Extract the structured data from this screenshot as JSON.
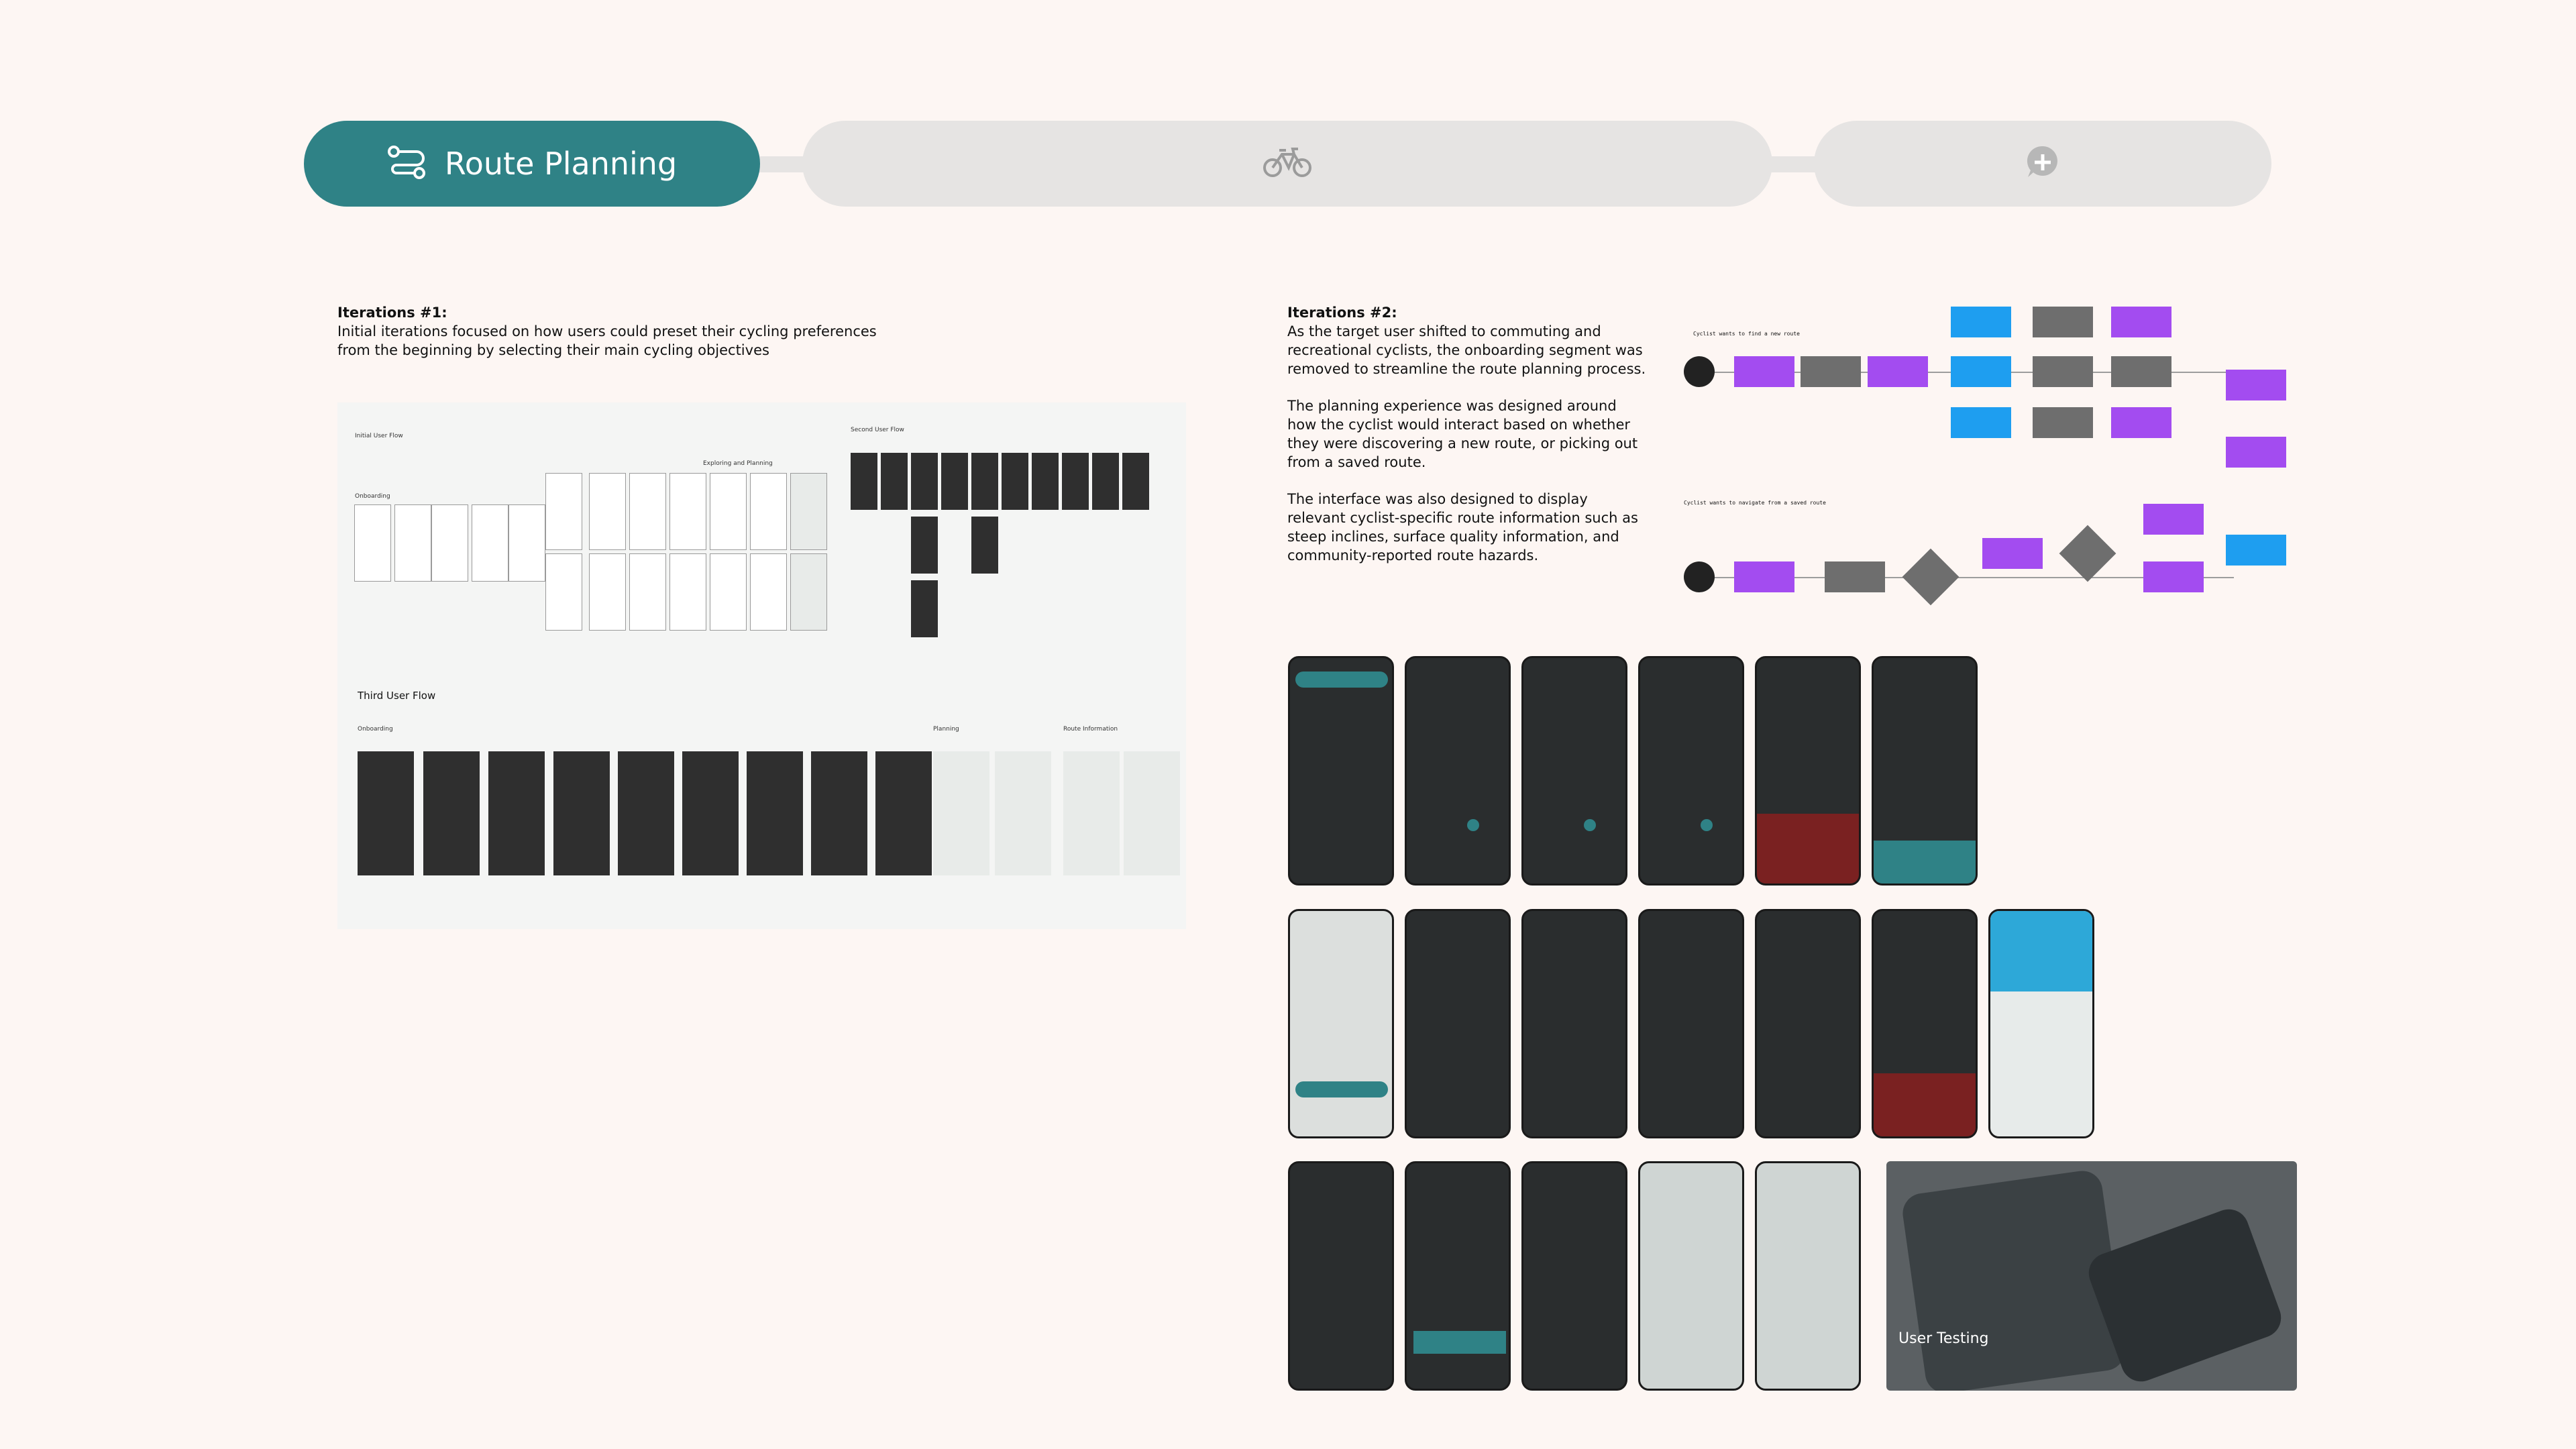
{
  "tabs": {
    "route_planning": "Route Planning"
  },
  "iteration1": {
    "heading": "Iterations #1:",
    "body": "Initial iterations focused on how users could preset their cycling preferences from the beginning by selecting their main cycling objectives"
  },
  "iteration2": {
    "heading": "Iterations #2:",
    "p1": "As the target user shifted to commuting and recreational cyclists, the onboarding segment was removed to streamline the route planning process.",
    "p2": "The planning experience was designed around how the cyclist would interact based on whether they were discovering a new route, or picking out from a saved route.",
    "p3": "The  interface was also designed to display relevant cyclist-specific route information such as steep inclines, surface quality information, and community-reported route hazards."
  },
  "collage": {
    "initial_flow": "Initial User Flow",
    "onboarding": "Onboarding",
    "exploring": "Exploring and Planning",
    "second_flow": "Second User Flow",
    "third_flow": "Third User Flow",
    "third_onboarding": "Onboarding",
    "planning": "Planning",
    "route_info": "Route Information"
  },
  "flowchart": {
    "row1_label": "Cyclist wants to find a new route",
    "row2_label": "Cyclist wants to navigate from a saved route"
  },
  "photo": {
    "caption": "User Testing"
  },
  "colors": {
    "teal": "#2f8286",
    "background": "#fdf6f3",
    "tab_inactive": "#e6e4e3",
    "flow_purple": "#a34cf0",
    "flow_blue": "#1e9ef0",
    "flow_grey": "#6e6e6e"
  },
  "icons": [
    "route-icon",
    "bicycle-icon",
    "comment-plus-icon"
  ]
}
